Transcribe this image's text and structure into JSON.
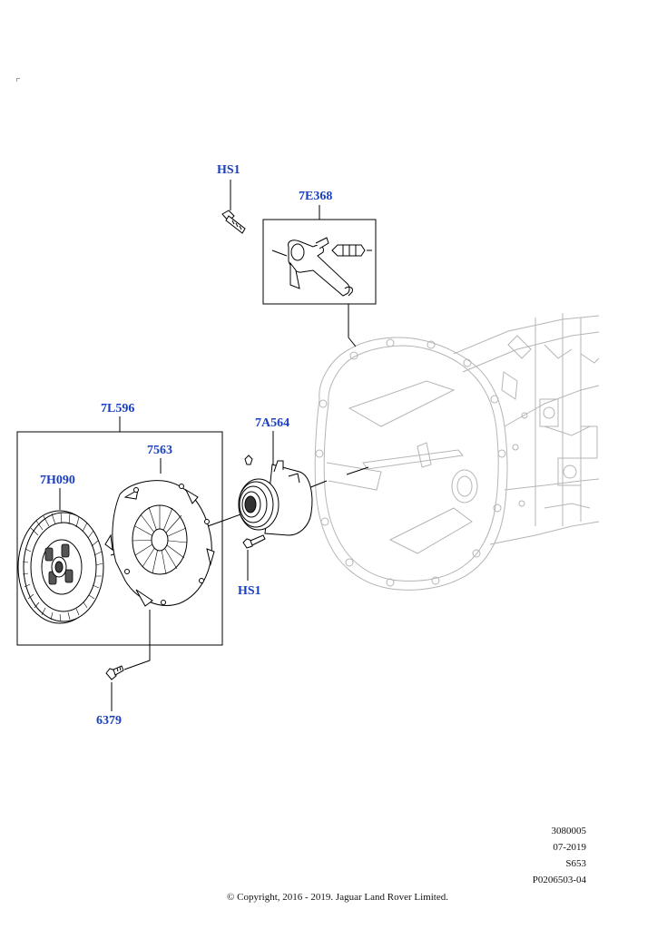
{
  "callouts": {
    "hs1_top": "HS1",
    "slave_cylinder_kit": "7E368",
    "clutch_kit": "7L596",
    "pressure_plate": "7563",
    "clutch_disc": "7H090",
    "release_bearing": "7A564",
    "hs1_bottom": "HS1",
    "bolt": "6379"
  },
  "meta": {
    "diagram_number": "3080005",
    "date": "07-2019",
    "model": "S653",
    "publication_code": "P0206503-04"
  },
  "copyright": "© Copyright, 2016 - 2019. Jaguar Land Rover Limited.",
  "colors": {
    "callout": "#1a3fbf",
    "line": "#000000",
    "ghost": "#b5b5b5"
  }
}
